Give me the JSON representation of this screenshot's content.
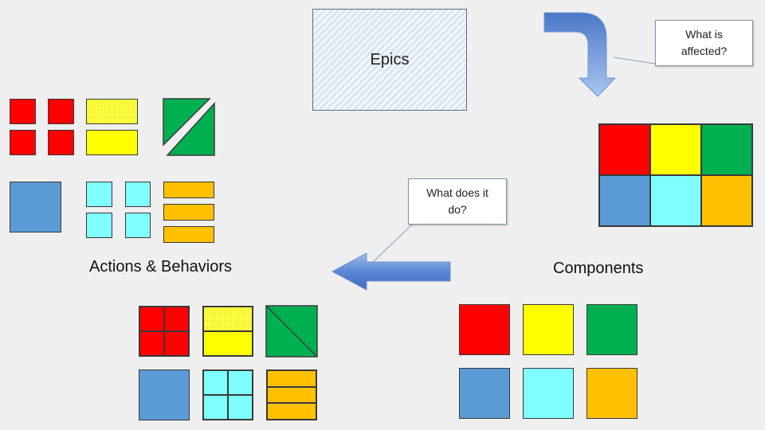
{
  "epics": {
    "label": "Epics"
  },
  "callout_affected": {
    "text": "What is affected?"
  },
  "callout_does": {
    "text": "What does it do?"
  },
  "labels": {
    "actions": "Actions & Behaviors",
    "components": "Components"
  },
  "colors": {
    "red": "#ff0000",
    "yellow": "#ffff00",
    "green": "#00b050",
    "blue": "#5b9bd5",
    "cyan": "#7fffff",
    "orange": "#ffc000",
    "arrow": "#5f8fd6",
    "background": "#efefef"
  }
}
